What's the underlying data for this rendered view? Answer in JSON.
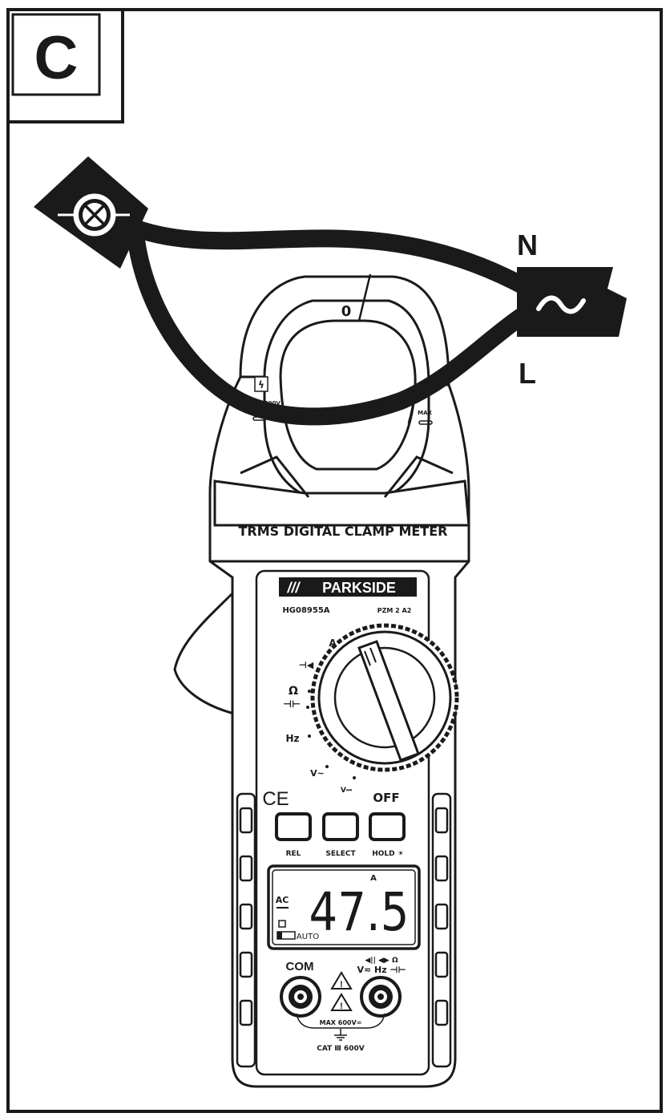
{
  "figure": {
    "panel_letter": "C",
    "mains_neutral_label": "N",
    "mains_live_label": "L",
    "mains_symbol": "~"
  },
  "meter": {
    "device_title": "TRMS DIGITAL CLAMP METER",
    "brand": "PARKSIDE",
    "model": "HG08955A",
    "model_code": "PZM 2 A2",
    "jaw_warning": "CAT III 600V",
    "jaw_right_label": "MAX",
    "jaw_marker": "0",
    "ce_mark": "CE",
    "dial": {
      "a_ac": "A~",
      "diode": "⊣◀",
      "ohm": "Ω",
      "cap": "⊣⊢",
      "hz": "Hz",
      "v_ac": "V~",
      "v_dc": "V⎓",
      "off": "OFF"
    },
    "buttons": {
      "rel": "REL",
      "select": "SELECT",
      "hold": "HOLD ☀"
    },
    "lcd": {
      "reading": "47.5",
      "unit": "A",
      "mode": "AC",
      "auto": "AUTO"
    },
    "sockets": {
      "com": "COM",
      "right_label_top": "◀|| ◀▶ Ω",
      "right_label_bottom": "V≂ Hz ⊣⊢",
      "max_rating": "MAX 600V≂",
      "category": "CAT Ⅲ 600V"
    }
  }
}
